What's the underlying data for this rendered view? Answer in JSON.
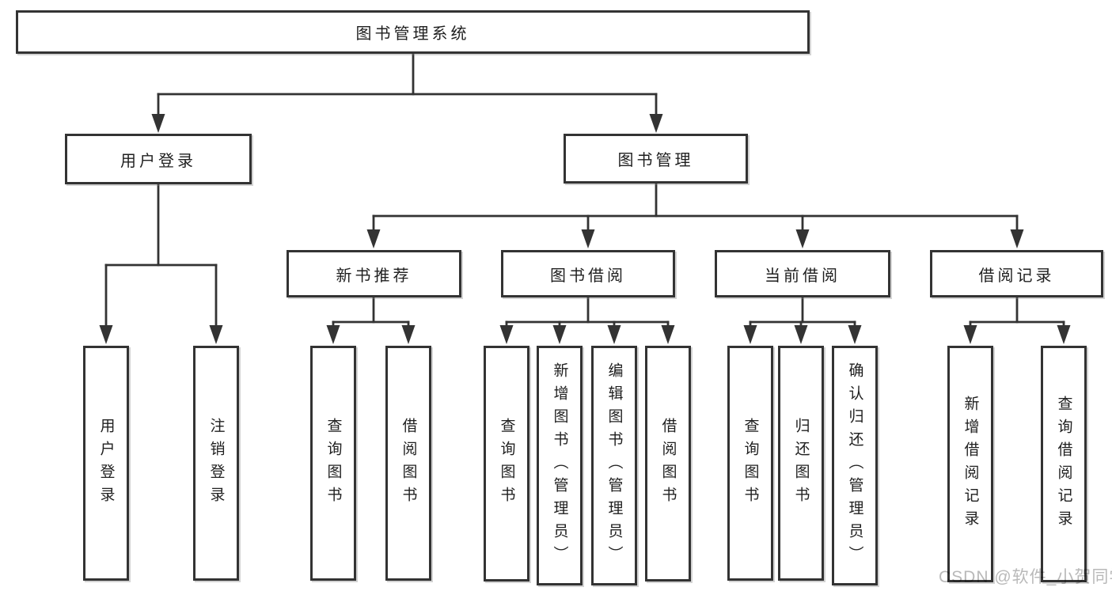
{
  "tree": {
    "label": "图书管理系统",
    "children": [
      {
        "label": "用户登录",
        "children": [
          {
            "label": "用户登录"
          },
          {
            "label": "注销登录"
          }
        ]
      },
      {
        "label": "图书管理",
        "children": [
          {
            "label": "新书推荐",
            "children": [
              {
                "label": "查询图书"
              },
              {
                "label": "借阅图书"
              }
            ]
          },
          {
            "label": "图书借阅",
            "children": [
              {
                "label": "查询图书"
              },
              {
                "label": "新增图书（管理员）"
              },
              {
                "label": "编辑图书（管理员）"
              },
              {
                "label": "借阅图书"
              }
            ]
          },
          {
            "label": "当前借阅",
            "children": [
              {
                "label": "查询图书"
              },
              {
                "label": "归还图书"
              },
              {
                "label": "确认归还（管理员）"
              }
            ]
          },
          {
            "label": "借阅记录",
            "children": [
              {
                "label": "新增借阅记录"
              },
              {
                "label": "查询借阅记录"
              }
            ]
          }
        ]
      }
    ]
  },
  "watermark": {
    "text": "CSDN @软件_小贺同学"
  },
  "colors": {
    "line": "#333333",
    "text": "#1f1f1f",
    "box_bg": "#ffffff",
    "background": "#ffffff",
    "watermark": "#b9b9b9"
  }
}
